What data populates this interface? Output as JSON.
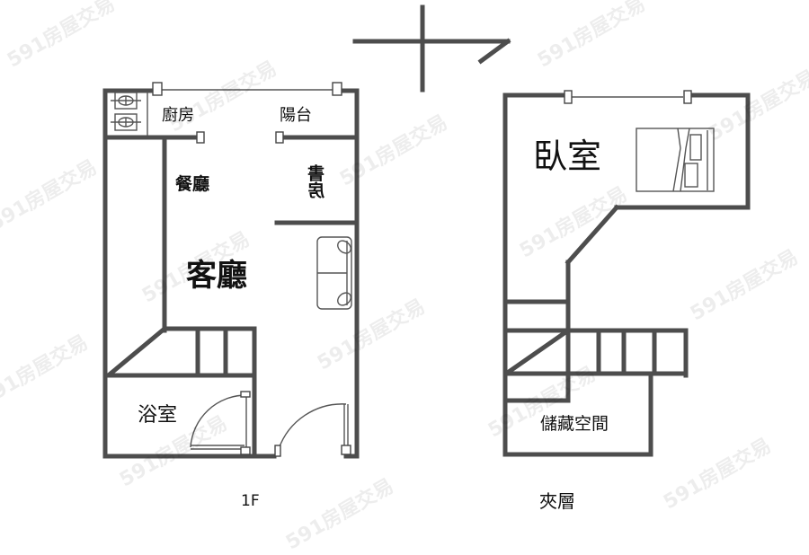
{
  "floors": [
    {
      "name": "1F",
      "rooms": [
        {
          "id": "kitchen",
          "label": "廚房"
        },
        {
          "id": "balcony",
          "label": "陽台"
        },
        {
          "id": "dining",
          "label": "餐廳"
        },
        {
          "id": "study",
          "label": "書房"
        },
        {
          "id": "living",
          "label": "客廳"
        },
        {
          "id": "bathroom",
          "label": "浴室"
        }
      ]
    },
    {
      "name": "夾層",
      "rooms": [
        {
          "id": "bedroom",
          "label": "臥室"
        },
        {
          "id": "storage",
          "label": "儲藏空間"
        }
      ]
    }
  ],
  "icons": {
    "stove": "stove-icon",
    "sofa": "sofa-icon",
    "bed": "bed-icon",
    "door": "door-swing-icon",
    "north": "north-arrow-icon"
  },
  "watermark": "591房屋交易",
  "colors": {
    "wall": "#4d4d4d",
    "background": "#ffffff"
  }
}
